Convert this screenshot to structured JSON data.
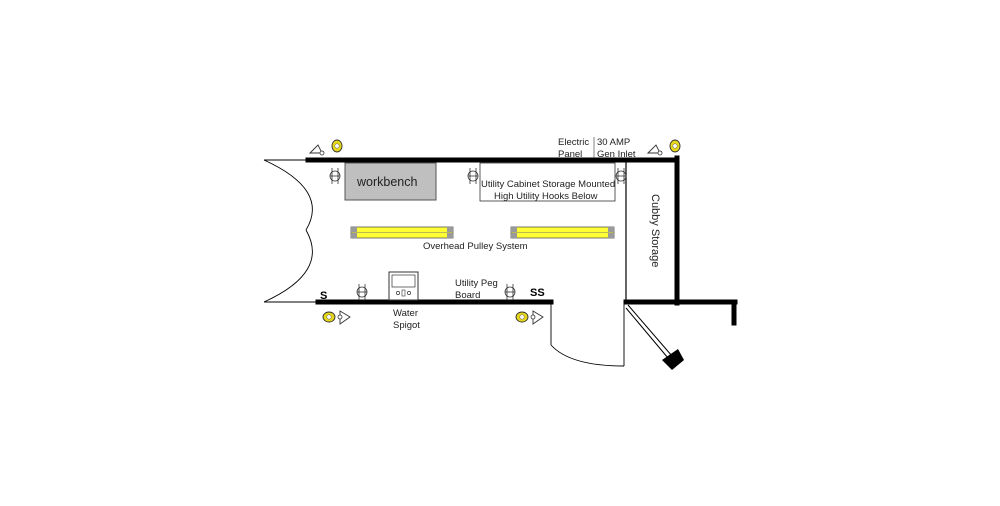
{
  "labels": {
    "workbench": "workbench",
    "cabinet_line1": "Utility Cabinet Storage Mounted",
    "cabinet_line2": "High Utility Hooks Below",
    "pulley": "Overhead Pulley System",
    "electric_panel_line1": "Electric",
    "electric_panel_line2": "Panel",
    "gen_inlet_line1": "30 AMP",
    "gen_inlet_line2": "Gen Inlet",
    "cubby": "Cubby Storage",
    "peg_line1": "Utility Peg",
    "peg_line2": "Board",
    "water_line1": "Water",
    "water_line2": "Spigot",
    "switch_single": "S",
    "switch_double": "SS"
  },
  "colors": {
    "wall": "#000000",
    "workbench_fill": "#bfbfbf",
    "light_fill": "#ffff33",
    "light_end": "#9a9a9a",
    "floodlight": "#e8d81a"
  },
  "icons": {
    "floodlight": "floodlight-icon",
    "outlet": "outlet-icon",
    "sink": "sink-icon"
  }
}
